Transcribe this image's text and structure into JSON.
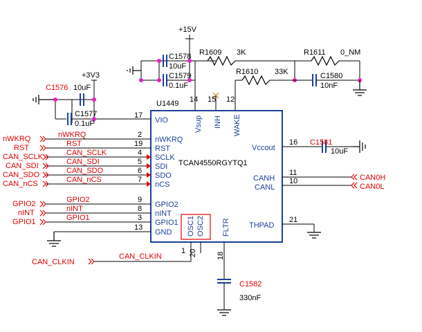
{
  "supply": {
    "p15v": "+15V",
    "p3v3": "+3V3"
  },
  "ic": {
    "designator": "U1449",
    "part": "TCAN4550RGYTQ1",
    "pins_left": [
      {
        "num": "17",
        "name": "VIO"
      },
      {
        "num": "2",
        "name": "nWKRQ"
      },
      {
        "num": "19",
        "name": "RST"
      },
      {
        "num": "4",
        "name": "SCLK"
      },
      {
        "num": "5",
        "name": "SDI"
      },
      {
        "num": "6",
        "name": "SDO"
      },
      {
        "num": "7",
        "name": "nCS"
      },
      {
        "num": "9",
        "name": "GPIO2"
      },
      {
        "num": "8",
        "name": "nINT"
      },
      {
        "num": "3",
        "name": "GPIO1"
      },
      {
        "num": "13",
        "name": "GND"
      }
    ],
    "pins_top": [
      {
        "num": "14",
        "name": "Vsup"
      },
      {
        "num": "15",
        "name": "INH"
      },
      {
        "num": "12",
        "name": "WAKE"
      }
    ],
    "pins_right": [
      {
        "num": "16",
        "name": "Vccout"
      },
      {
        "num": "11",
        "name": "CANH"
      },
      {
        "num": "10",
        "name": "CANL"
      },
      {
        "num": "21",
        "name": "THPAD"
      }
    ],
    "pins_bottom": [
      {
        "num": "1",
        "name": "OSC1"
      },
      {
        "num": "20",
        "name": "OSC2"
      },
      {
        "num": "18",
        "name": "FLTR"
      }
    ]
  },
  "components": {
    "c1578": {
      "ref": "C1578",
      "value": "10uF"
    },
    "c1579": {
      "ref": "C1579",
      "value": "0.1uF"
    },
    "c1576": {
      "ref": "C1576",
      "value": "10uF"
    },
    "c1577": {
      "ref": "C1577",
      "value": "0.1uF"
    },
    "r1609": {
      "ref": "R1609",
      "value": "3K"
    },
    "r1610": {
      "ref": "R1610",
      "value": "33K"
    },
    "r1611": {
      "ref": "R1611",
      "value": "0_NM"
    },
    "c1580": {
      "ref": "C1580",
      "value": "10nF"
    },
    "c1581": {
      "ref": "C1581",
      "value": "10uF"
    },
    "c1582": {
      "ref": "C1582",
      "value": "330nF"
    }
  },
  "nets": {
    "left_ports": [
      "nWKRQ",
      "RST",
      "CAN_SCLK",
      "CAN_SDI",
      "CAN_SDO",
      "CAN_nCS",
      "GPIO2",
      "nINT",
      "GPIO1"
    ],
    "wire_labels": [
      "nWKRQ",
      "RST",
      "CAN_SCLK",
      "CAN_SDI",
      "CAN_SDO",
      "CAN_nCS",
      "GPIO2",
      "nINT",
      "GPIO1"
    ],
    "clk_port": "CAN_CLKIN",
    "clk_wire": "CAN_CLKIN",
    "right_ports": [
      "CAN0H",
      "CAN0L"
    ]
  },
  "colors": {
    "net_label": "#e00000",
    "component_body": "#1a3f9a",
    "junction": "#e61ebf",
    "wire": "#000000"
  }
}
